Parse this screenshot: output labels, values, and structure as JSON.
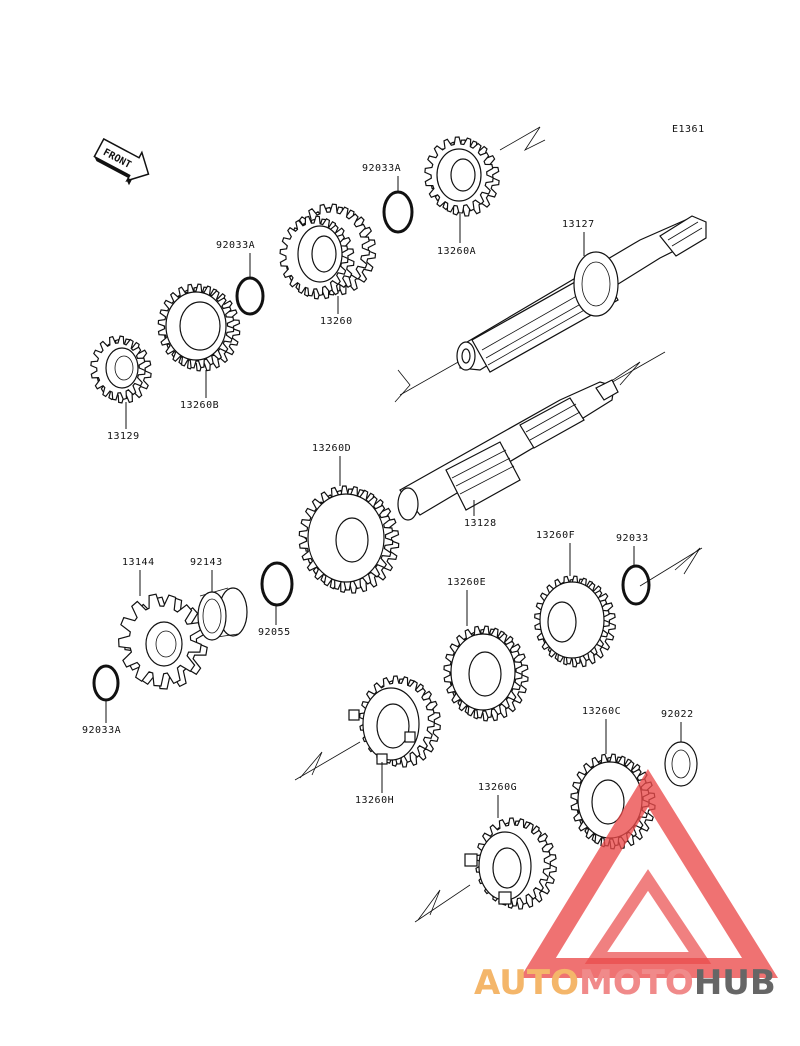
{
  "diagram": {
    "code": "E1361",
    "front_label": "FRONT",
    "parts": [
      {
        "id": "p13260A",
        "label": "13260A"
      },
      {
        "id": "p92033A_top",
        "label": "92033A"
      },
      {
        "id": "p13127",
        "label": "13127"
      },
      {
        "id": "p92033A_mid",
        "label": "92033A"
      },
      {
        "id": "p13260",
        "label": "13260"
      },
      {
        "id": "p13260B",
        "label": "13260B"
      },
      {
        "id": "p13129",
        "label": "13129"
      },
      {
        "id": "p13260D",
        "label": "13260D"
      },
      {
        "id": "p13128",
        "label": "13128"
      },
      {
        "id": "p13144",
        "label": "13144"
      },
      {
        "id": "p92143",
        "label": "92143"
      },
      {
        "id": "p92055",
        "label": "92055"
      },
      {
        "id": "p92033A_bot",
        "label": "92033A"
      },
      {
        "id": "p13260F",
        "label": "13260F"
      },
      {
        "id": "p92033",
        "label": "92033"
      },
      {
        "id": "p13260E",
        "label": "13260E"
      },
      {
        "id": "p13260H",
        "label": "13260H"
      },
      {
        "id": "p13260C",
        "label": "13260C"
      },
      {
        "id": "p92022",
        "label": "92022"
      },
      {
        "id": "p13260G",
        "label": "13260G"
      }
    ]
  },
  "watermark": {
    "part1": "AUTO",
    "part2": "MOTO",
    "part3": "HUB",
    "colors": {
      "auto": "#f4b66a",
      "moto": "#f08a8a",
      "hub": "#666666",
      "triangle": "#ea4a4a"
    }
  }
}
